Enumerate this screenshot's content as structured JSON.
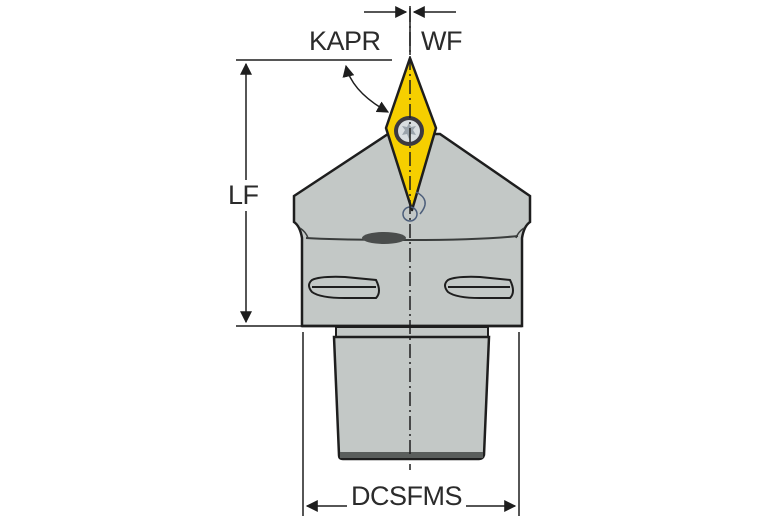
{
  "diagram": {
    "title": "Turning tool holder with rhombic insert — dimension drawing",
    "labels": {
      "kapr": "KAPR",
      "wf": "WF",
      "lf": "LF",
      "dcsfms": "DCSFMS"
    },
    "colors": {
      "body": "#c3c8c6",
      "body_dark": "#5a5e5c",
      "insert": "#f6cf00",
      "outline": "#1e1e1e",
      "dimension_line": "#2b2b2b",
      "background": "#ffffff"
    },
    "components": [
      "rhombic-insert",
      "insert-screw",
      "clamp-head",
      "coolant-slots",
      "shank"
    ]
  }
}
